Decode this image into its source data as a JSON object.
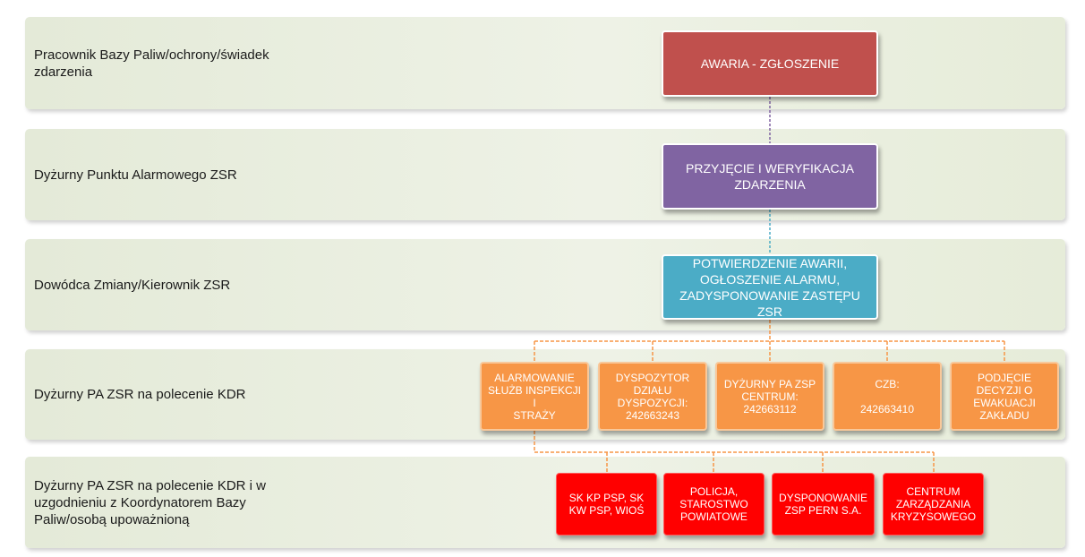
{
  "colors": {
    "lane_bg": "#e8eddc",
    "red_box": "#c0504d",
    "purple_box": "#8064a2",
    "blue_box": "#4bacc6",
    "orange_box": "#f79646",
    "bright_red_box": "#ff0000",
    "orange_connector": "#f79646",
    "purple_connector": "#8064a2",
    "blue_connector": "#4bacc6"
  },
  "lanes": [
    {
      "label": "Pracownik Bazy Paliw/ochrony/świadek\nzdarzenia"
    },
    {
      "label": "Dyżurny Punktu Alarmowego ZSR"
    },
    {
      "label": "Dowódca Zmiany/Kierownik ZSR"
    },
    {
      "label": "Dyżurny PA ZSR na polecenie KDR"
    },
    {
      "label": "Dyżurny PA ZSR na polecenie KDR i w\nuzgodnieniu z Koordynatorem Bazy\nPaliw/osobą upoważnioną"
    }
  ],
  "boxes": {
    "awaria": "AWARIA - ZGŁOSZENIE",
    "przyjecie": "PRZYJĘCIE I WERYFIKACJA\nZDARZENIA",
    "potwierdzenie": "POTWIERDZENIE AWARII,\nOGŁOSZENIE ALARMU,\nZADYSPONOWANIE ZASTĘPU ZSR"
  },
  "orange_boxes": [
    "ALARMOWANIE\nSŁUŻB INSPEKCJI I\nSTRAŻY",
    "DYSPOZYTOR\nDZIAŁU\nDYSPOZYCJI:\n242663243",
    "DYŻURNY PA ZSP\nCENTRUM:\n242663112",
    "CZB:\n\n242663410",
    "PODJĘCIE\nDECYZJI O\nEWAKUACJI\nZAKŁADU"
  ],
  "red_boxes": [
    "SK KP PSP, SK\nKW PSP, WIOŚ",
    "POLICJA,\nSTAROSTWO\nPOWIATOWE",
    "DYSPONOWANIE\nZSP PERN S.A.",
    "CENTRUM\nZARZĄDZANIA\nKRYZYSOWEGO"
  ]
}
